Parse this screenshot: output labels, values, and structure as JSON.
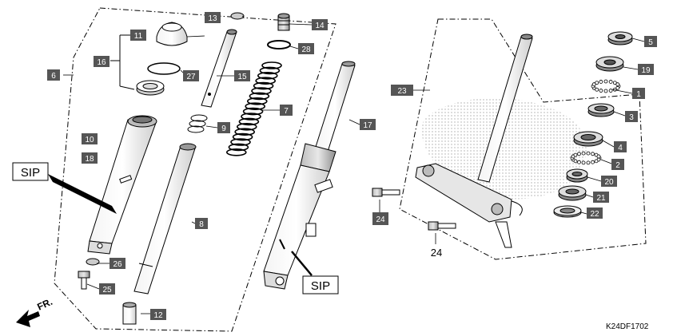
{
  "diagram": {
    "code": "K24DF1702",
    "direction_label": "FR.",
    "sip_label": "SIP",
    "plain_callout": "24",
    "callouts": [
      "1",
      "2",
      "3",
      "4",
      "5",
      "6",
      "7",
      "8",
      "9",
      "10",
      "11",
      "12",
      "13",
      "14",
      "15",
      "16",
      "17",
      "18",
      "19",
      "20",
      "21",
      "22",
      "23",
      "24",
      "25",
      "26",
      "27",
      "28"
    ]
  }
}
